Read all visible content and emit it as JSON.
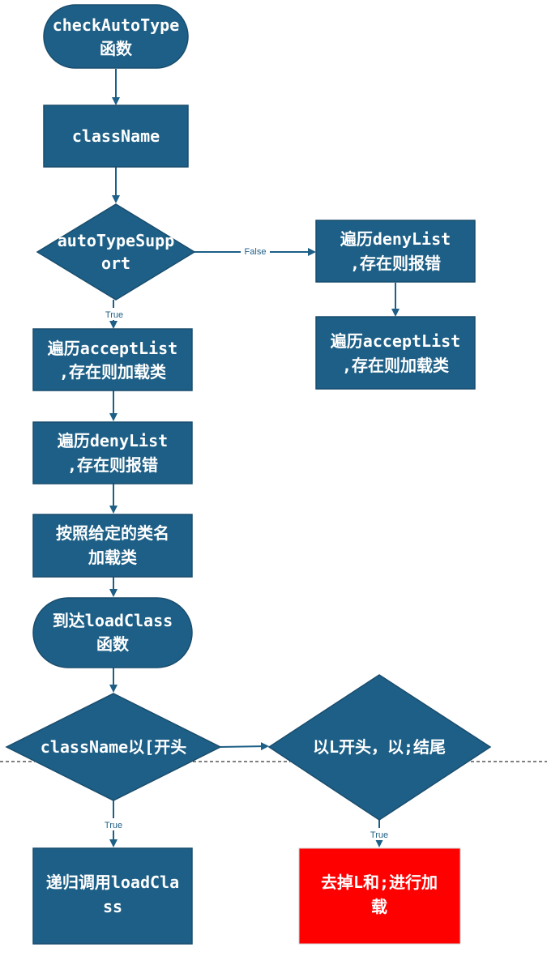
{
  "nodes": {
    "start": [
      "checkAutoType",
      "函数"
    ],
    "class_name": [
      "className"
    ],
    "auto_type_support": [
      "autoTypeSupp",
      "ort"
    ],
    "deny_list_right": [
      "遍历denyList",
      ",存在则报错"
    ],
    "accept_list_right": [
      "遍历acceptList",
      ",存在则加载类"
    ],
    "accept_list_left": [
      "遍历acceptList",
      ",存在则加载类"
    ],
    "deny_list_left": [
      "遍历denyList",
      ",存在则报错"
    ],
    "load_by_name": [
      "按照给定的类名",
      "加载类"
    ],
    "reach_load_class": [
      "到达loadClass",
      "函数"
    ],
    "class_name_bracket": [
      "className以[开头"
    ],
    "starts_l_ends_semicolon": [
      "以L开头，以;结尾"
    ],
    "recursive_load_class": [
      "递归调用loadCla",
      "ss"
    ],
    "strip_and_load": [
      "去掉L和;进行加",
      "载"
    ]
  },
  "edge_labels": {
    "false": "False",
    "true_support": "True",
    "true_bracket": "True",
    "true_l": "True"
  },
  "colors": {
    "node_fill": "#1d5f86",
    "highlight_fill": "#fe0000",
    "edge": "#1d5f86"
  }
}
